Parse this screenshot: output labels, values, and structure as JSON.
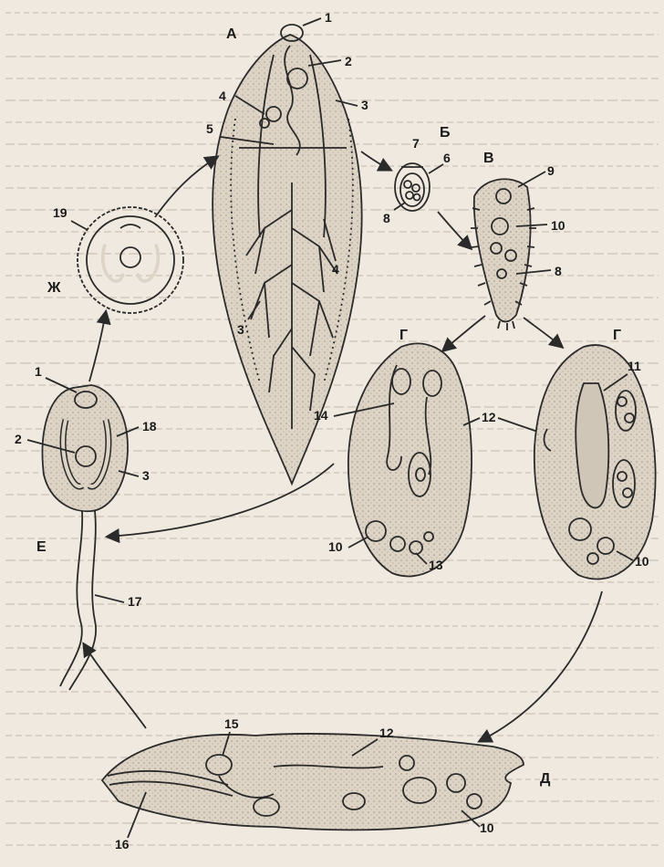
{
  "stages": {
    "A": "А",
    "B": "Б",
    "V": "В",
    "G1": "Г",
    "G2": "Г",
    "D": "Д",
    "E": "Е",
    "ZH": "Ж"
  },
  "numbers": {
    "A_1": "1",
    "A_2": "2",
    "A_3a": "3",
    "A_4a": "4",
    "A_5": "5",
    "A_4b": "4",
    "A_3b": "3",
    "B_7": "7",
    "B_6": "6",
    "B_8": "8",
    "V_9": "9",
    "V_10": "10",
    "V_8": "8",
    "ZH_19": "19",
    "E_1": "1",
    "E_2": "2",
    "E_18": "18",
    "E_3": "3",
    "E_17": "17",
    "G1_14": "14",
    "G1_10": "10",
    "G1_13": "13",
    "G_12": "12",
    "G2_11": "11",
    "G2_10": "10",
    "D_15": "15",
    "D_12": "12",
    "D_16": "16",
    "D_10": "10"
  },
  "colors": {
    "paper": "#efe9df",
    "ink": "#2a2a2a",
    "body": "#ddd4c6"
  }
}
